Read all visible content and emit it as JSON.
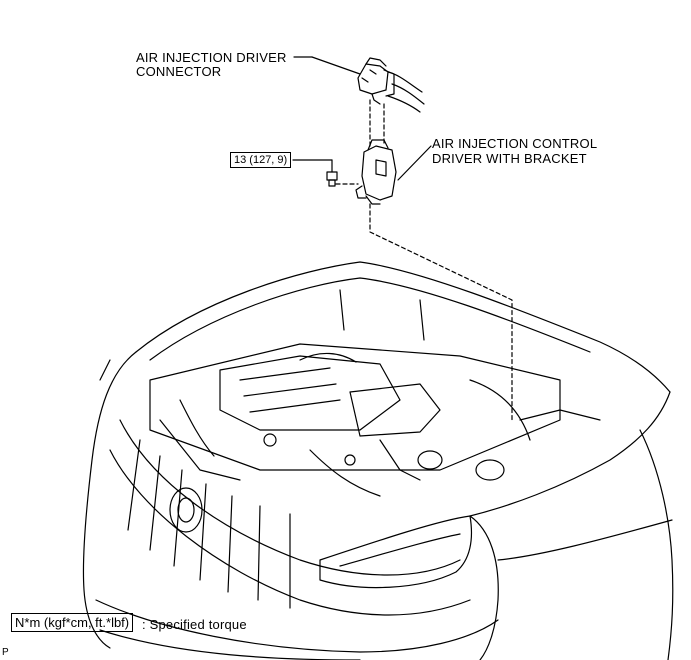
{
  "labels": {
    "connector_line1": "AIR INJECTION DRIVER",
    "connector_line2": "CONNECTOR",
    "driver_line1": "AIR INJECTION CONTROL",
    "driver_line2": "DRIVER WITH BRACKET",
    "torque_value": "13 (127, 9)"
  },
  "legend": {
    "unit_box": "N*m (kgf*cm, ft.*lbf)",
    "description": ": Specified torque"
  },
  "corner_mark": "P"
}
